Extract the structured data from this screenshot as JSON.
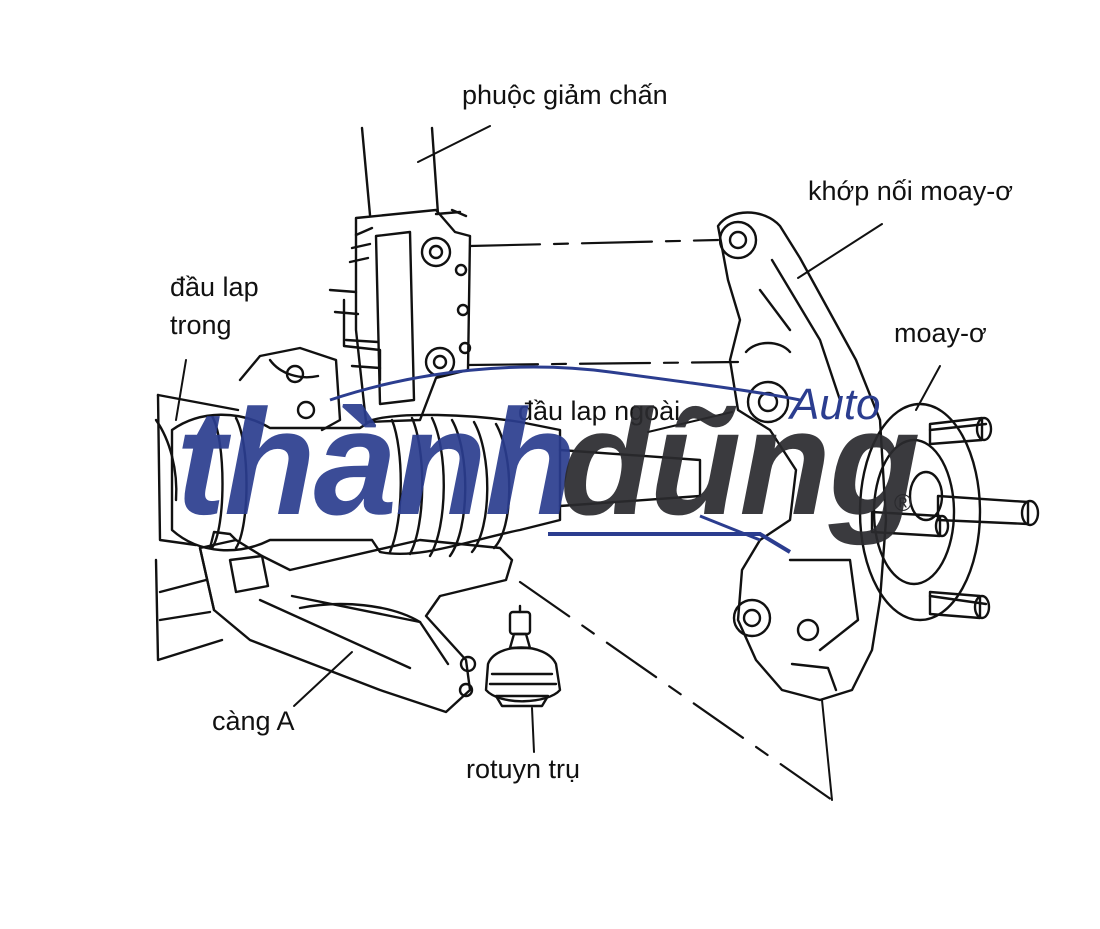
{
  "labels": {
    "phuoc": "phuộc giảm chấn",
    "khop": "khớp nối moay-ơ",
    "dau_lap_trong_1": "đầu lap",
    "dau_lap_trong_2": "trong",
    "moay_o": "moay-ơ",
    "dau_lap_ngoai": "đầu lap ngoài",
    "cang_a": "càng A",
    "rotuyn": "rotuyn trụ"
  },
  "watermark": {
    "word1": "thành",
    "word2": "dũng",
    "suffix": "Auto",
    "mark": "®",
    "color_blue": "#2b3d8f",
    "color_dark": "#2a2a2e"
  }
}
